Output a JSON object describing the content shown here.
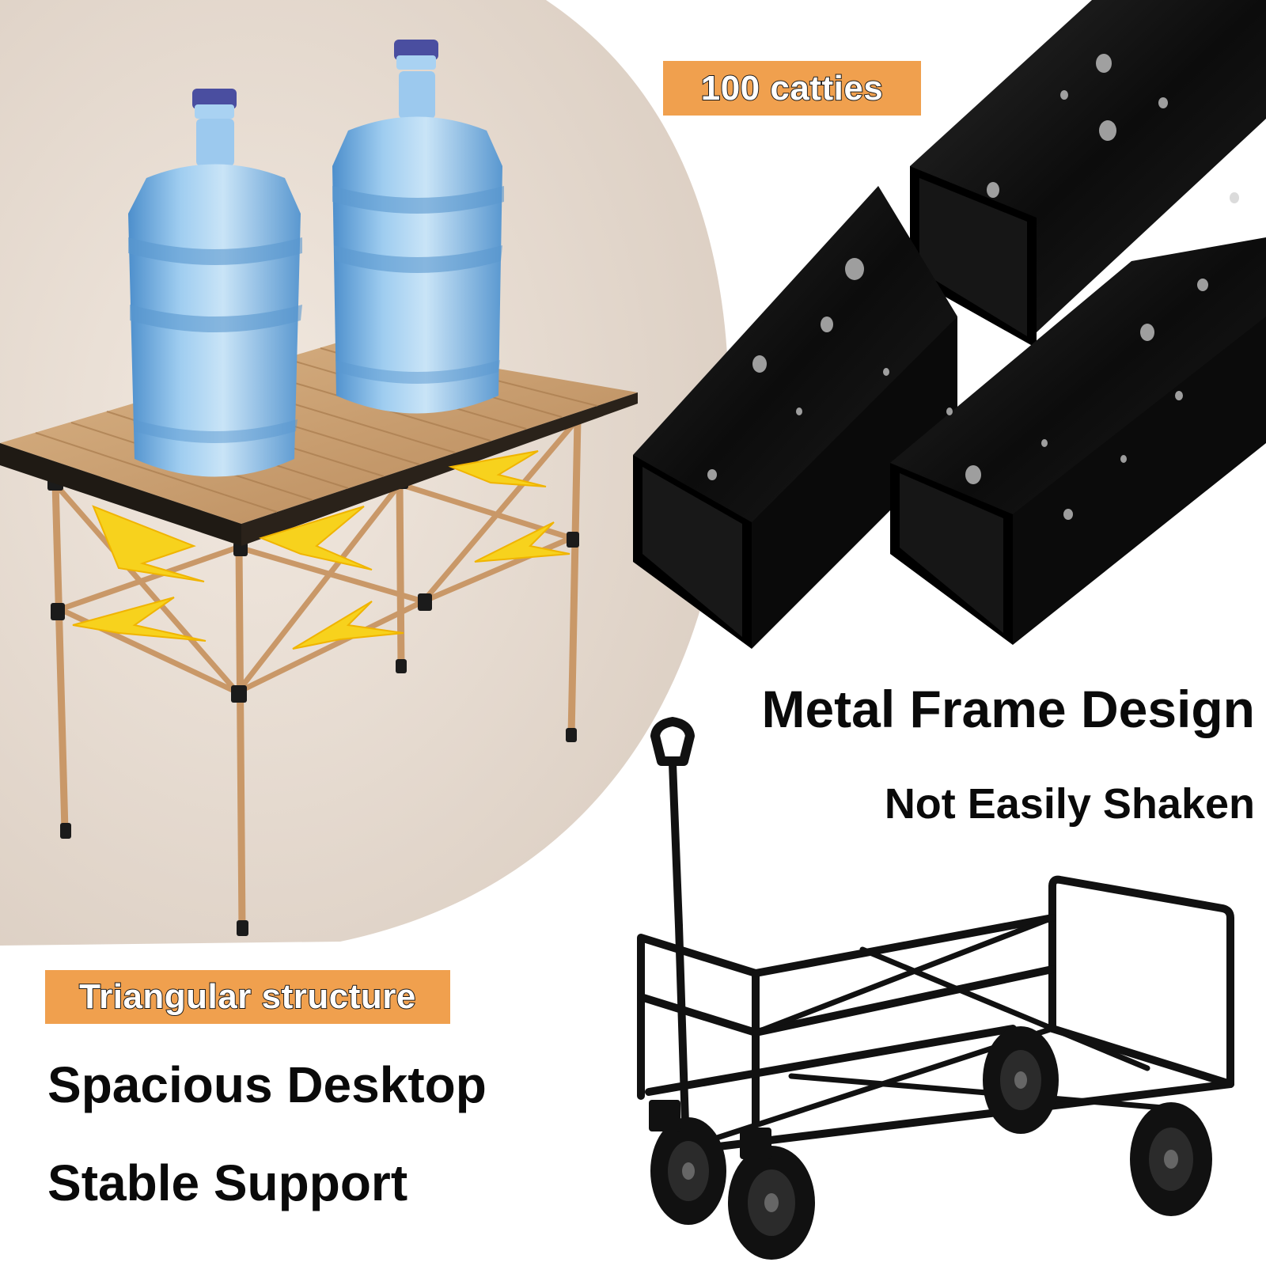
{
  "badges": {
    "weight": "100 catties",
    "structure": "Triangular structure"
  },
  "headlines": {
    "metal_frame": "Metal Frame Design",
    "not_shaken": "Not Easily Shaken",
    "spacious": "Spacious Desktop",
    "stable": "Stable Support"
  },
  "colors": {
    "badge": "#f0a04e",
    "table_top": "#c89a66",
    "table_legs": "#c99868",
    "backdrop": "#e8ddd3",
    "water_bottle": "#8fc1ea",
    "bottle_cap": "#4a4ea0",
    "metal": "#111111",
    "arrow": "#f7d21d"
  },
  "icons": [
    "water-bottle-icon",
    "arrow-icon",
    "wheel-icon"
  ]
}
